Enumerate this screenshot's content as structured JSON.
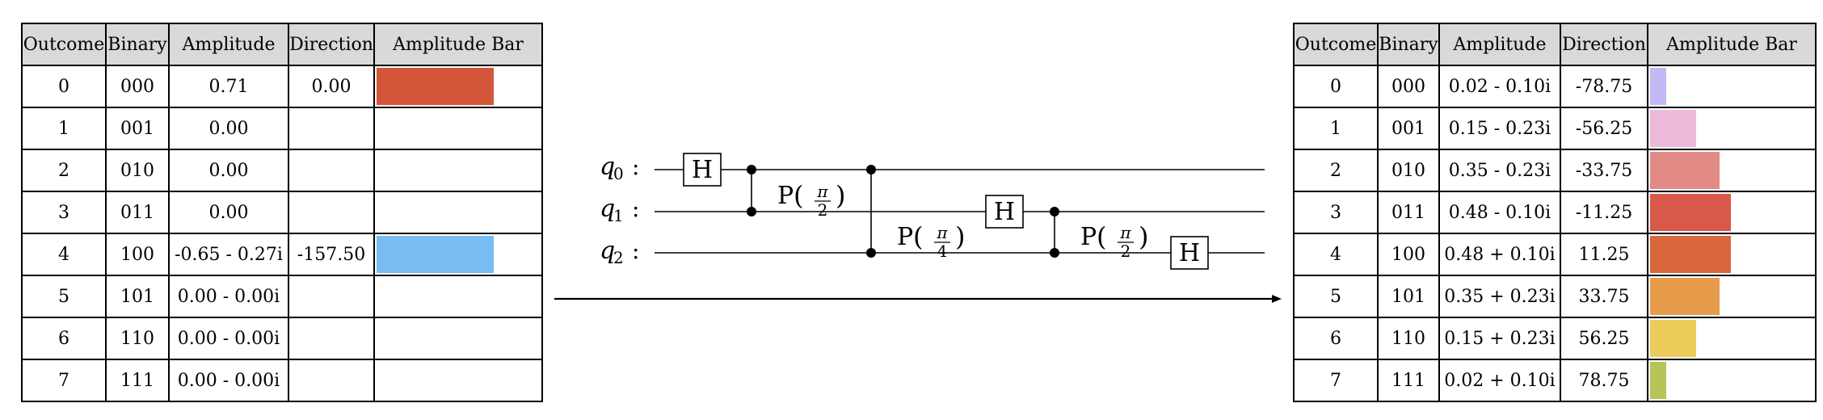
{
  "left_table": {
    "headers": [
      "Outcome",
      "Binary",
      "Amplitude",
      "Direction",
      "Amplitude Bar"
    ],
    "rows": [
      {
        "outcome": "0",
        "binary": "000",
        "amplitude": "0.71",
        "direction": "0.00",
        "magnitude": 0.71,
        "bar_color": "#d5553a"
      },
      {
        "outcome": "1",
        "binary": "001",
        "amplitude": "0.00",
        "direction": "",
        "magnitude": 0,
        "bar_color": ""
      },
      {
        "outcome": "2",
        "binary": "010",
        "amplitude": "0.00",
        "direction": "",
        "magnitude": 0,
        "bar_color": ""
      },
      {
        "outcome": "3",
        "binary": "011",
        "amplitude": "0.00",
        "direction": "",
        "magnitude": 0,
        "bar_color": ""
      },
      {
        "outcome": "4",
        "binary": "100",
        "amplitude": "-0.65 - 0.27i",
        "direction": "-157.50",
        "magnitude": 0.71,
        "bar_color": "#77bdf2"
      },
      {
        "outcome": "5",
        "binary": "101",
        "amplitude": "0.00 - 0.00i",
        "direction": "",
        "magnitude": 0,
        "bar_color": ""
      },
      {
        "outcome": "6",
        "binary": "110",
        "amplitude": "0.00 - 0.00i",
        "direction": "",
        "magnitude": 0,
        "bar_color": ""
      },
      {
        "outcome": "7",
        "binary": "111",
        "amplitude": "0.00 - 0.00i",
        "direction": "",
        "magnitude": 0,
        "bar_color": ""
      }
    ]
  },
  "right_table": {
    "headers": [
      "Outcome",
      "Binary",
      "Amplitude",
      "Direction",
      "Amplitude Bar"
    ],
    "rows": [
      {
        "outcome": "0",
        "binary": "000",
        "amplitude": "0.02 - 0.10i",
        "direction": "-78.75",
        "magnitude": 0.1,
        "bar_color": "#c2b8f5"
      },
      {
        "outcome": "1",
        "binary": "001",
        "amplitude": "0.15 - 0.23i",
        "direction": "-56.25",
        "magnitude": 0.28,
        "bar_color": "#ecbad9"
      },
      {
        "outcome": "2",
        "binary": "010",
        "amplitude": "0.35 - 0.23i",
        "direction": "-33.75",
        "magnitude": 0.42,
        "bar_color": "#e28b86"
      },
      {
        "outcome": "3",
        "binary": "011",
        "amplitude": "0.48 - 0.10i",
        "direction": "-11.25",
        "magnitude": 0.49,
        "bar_color": "#d8584a"
      },
      {
        "outcome": "4",
        "binary": "100",
        "amplitude": "0.48 + 0.10i",
        "direction": "11.25",
        "magnitude": 0.49,
        "bar_color": "#d8673c"
      },
      {
        "outcome": "5",
        "binary": "101",
        "amplitude": "0.35 + 0.23i",
        "direction": "33.75",
        "magnitude": 0.42,
        "bar_color": "#e79c4c"
      },
      {
        "outcome": "6",
        "binary": "110",
        "amplitude": "0.15 + 0.23i",
        "direction": "56.25",
        "magnitude": 0.28,
        "bar_color": "#eccd5a"
      },
      {
        "outcome": "7",
        "binary": "111",
        "amplitude": "0.02 + 0.10i",
        "direction": "78.75",
        "magnitude": 0.1,
        "bar_color": "#b8c457"
      }
    ]
  },
  "circuit": {
    "qubits": [
      "q0",
      "q1",
      "q2"
    ],
    "gates": [
      {
        "type": "H",
        "qubit": "q0"
      },
      {
        "type": "CP",
        "control": "q0",
        "target": "q1",
        "angle_num": "π",
        "angle_den": "2"
      },
      {
        "type": "CP",
        "control": "q0",
        "target": "q2",
        "angle_num": "π",
        "angle_den": "4"
      },
      {
        "type": "H",
        "qubit": "q1"
      },
      {
        "type": "CP",
        "control": "q1",
        "target": "q2",
        "angle_num": "π",
        "angle_den": "2"
      },
      {
        "type": "H",
        "qubit": "q2"
      }
    ]
  }
}
